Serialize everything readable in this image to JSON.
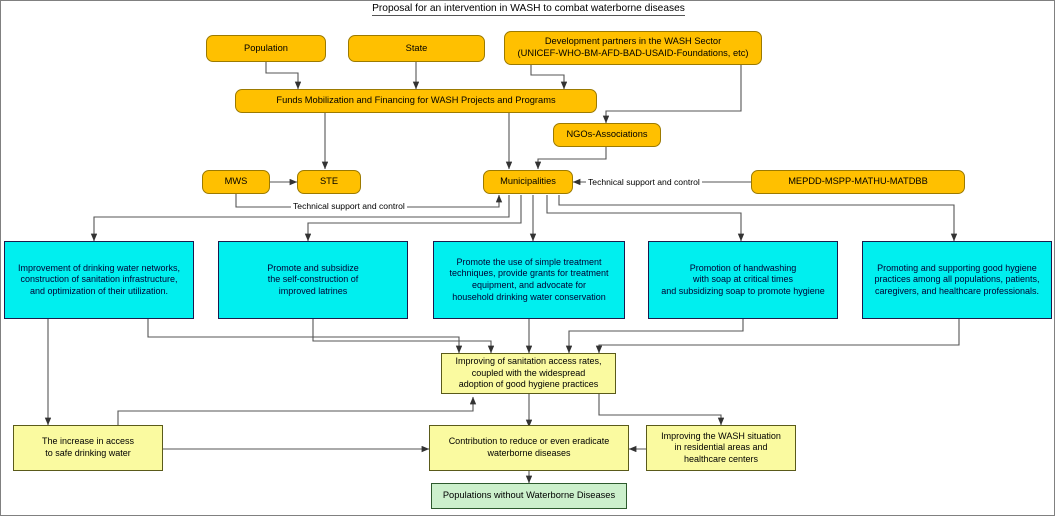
{
  "title": "Proposal for an intervention in WASH to combat waterborne diseases",
  "colors": {
    "actor_fill": "#FFC000",
    "action_fill": "#00EFEF",
    "outcome_fill": "#FAFAA0",
    "goal_fill": "#CCF0CC",
    "connector": "#555555",
    "page_background": "#FFFFFF"
  },
  "nodes": {
    "population": "Population",
    "state": "State",
    "development_partners": "Development partners in the WASH Sector\n(UNICEF-WHO-BM-AFD-BAD-USAID-Foundations, etc)",
    "funds_mobilization": "Funds Mobilization and Financing for WASH Projects and Programs",
    "ngos_associations": "NGOs-Associations",
    "mws": "MWS",
    "ste": "STE",
    "municipalities": "Municipalities",
    "ministries": "MEPDD-MSPP-MATHU-MATDBB",
    "action_water_networks": "Improvement of drinking water networks,\nconstruction of sanitation infrastructure,\nand optimization of their utilization.",
    "action_latrines": "Promote and subsidize\nthe self-construction of\nimproved latrines",
    "action_treatment": "Promote the use of simple treatment\ntechniques,  provide grants for treatment\nequipment, and advocate for\nhousehold drinking water conservation",
    "action_handwashing": "Promotion of handwashing\nwith soap at critical times\nand subsidizing soap to promote hygiene",
    "action_hygiene_practices": "Promoting and supporting good hygiene\npractices among all populations, patients,\ncaregivers, and healthcare professionals.",
    "outcome_sanitation": "Improving of sanitation access rates,\ncoupled with the widespread\nadoption of good hygiene practices",
    "outcome_safe_water": "The increase in access\nto safe drinking water",
    "outcome_contribution": "Contribution to reduce or even eradicate\nwaterborne diseases",
    "outcome_wash_situation": "Improving the WASH situation\nin residential areas and\nhealthcare centers",
    "goal_populations": "Populations without Waterborne Diseases"
  },
  "edge_labels": {
    "technical_support_left": "Technical support and control",
    "technical_support_right": "Technical support and control"
  }
}
